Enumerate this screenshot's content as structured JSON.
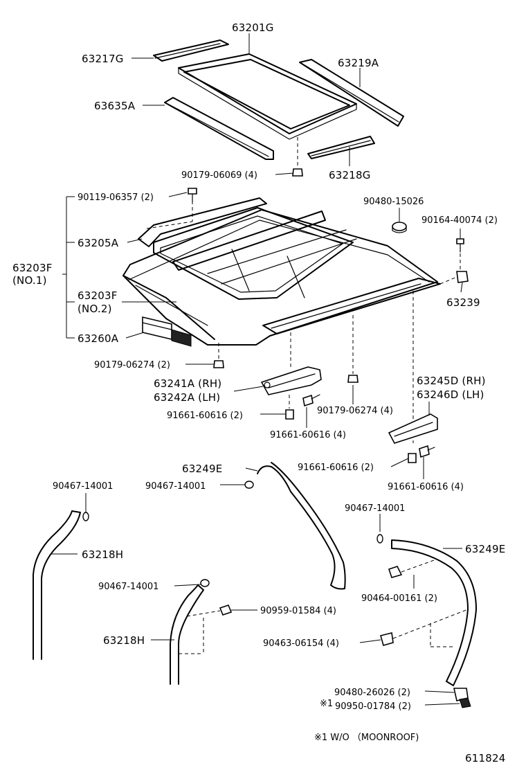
{
  "labels": {
    "p63201G": "63201G",
    "p63217G": "63217G",
    "p63219A": "63219A",
    "p63635A": "63635A",
    "p90179_06069": "90179-06069 (4)",
    "p63218G": "63218G",
    "p90119_06357": "90119-06357 (2)",
    "p90480_15026": "90480-15026",
    "p90164_40074": "90164-40074 (2)",
    "p63205A": "63205A",
    "p63203F_1a": "63203F",
    "p63203F_1b": "(NO.1)",
    "p63203F_2a": "63203F",
    "p63203F_2b": "(NO.2)",
    "p63239": "63239",
    "p63260A": "63260A",
    "p90179_06274a": "90179-06274 (2)",
    "p63241A": "63241A (RH)",
    "p63242A": "63242A (LH)",
    "p63245D": "63245D (RH)",
    "p63246D": "63246D (LH)",
    "p91661_a": "91661-60616 (2)",
    "p90179_06274b": "90179-06274 (4)",
    "p91661_b": "91661-60616 (4)",
    "p91661_c": "91661-60616 (2)",
    "p91661_d": "91661-60616 (4)",
    "p63249E_a": "63249E",
    "p90467_a": "90467-14001",
    "p90467_b": "90467-14001",
    "p90467_c": "90467-14001",
    "p90467_d": "90467-14001",
    "p63218H_a": "63218H",
    "p63218H_b": "63218H",
    "p63249E_b": "63249E",
    "p90464": "90464-00161 (2)",
    "p90959": "90959-01584 (4)",
    "p90463": "90463-06154 (4)",
    "p90480_26026": "90480-26026 (2)",
    "p90950_mark": "※1",
    "p90950": "90950-01784 (2)",
    "footnote": "※1 W/O （MOONROOF)",
    "figure_no": "611824"
  }
}
